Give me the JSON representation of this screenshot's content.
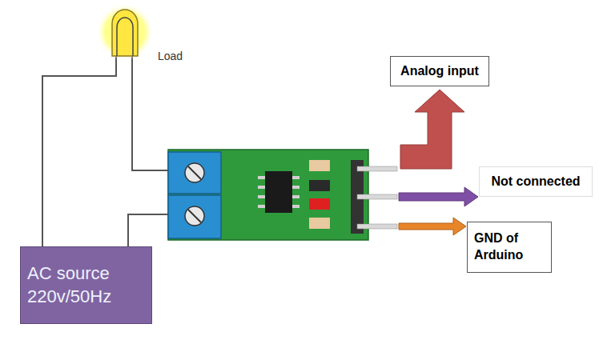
{
  "diagram": {
    "nodes": [
      {
        "text": [
          "Analog input"
        ]
      },
      {
        "text": [
          "Not connected"
        ]
      },
      {
        "text": [
          "GND of Arduino"
        ]
      },
      {
        "text": [
          "AC source 220v/50Hz"
        ]
      }
    ],
    "labels": [
      "Load"
    ]
  }
}
